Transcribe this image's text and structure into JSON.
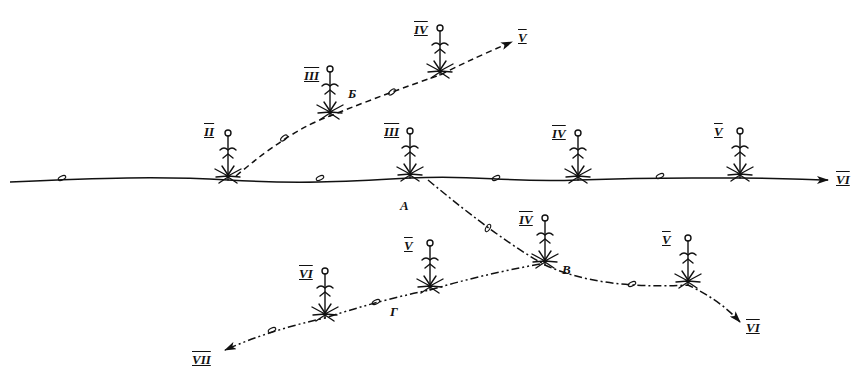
{
  "diagram": {
    "labels": [
      "II",
      "III",
      "Б",
      "IV",
      "V",
      "III",
      "IV",
      "V",
      "VI",
      "А",
      "IV",
      "В",
      "V",
      "VI",
      "V",
      "VI",
      "Г",
      "VII"
    ]
  }
}
